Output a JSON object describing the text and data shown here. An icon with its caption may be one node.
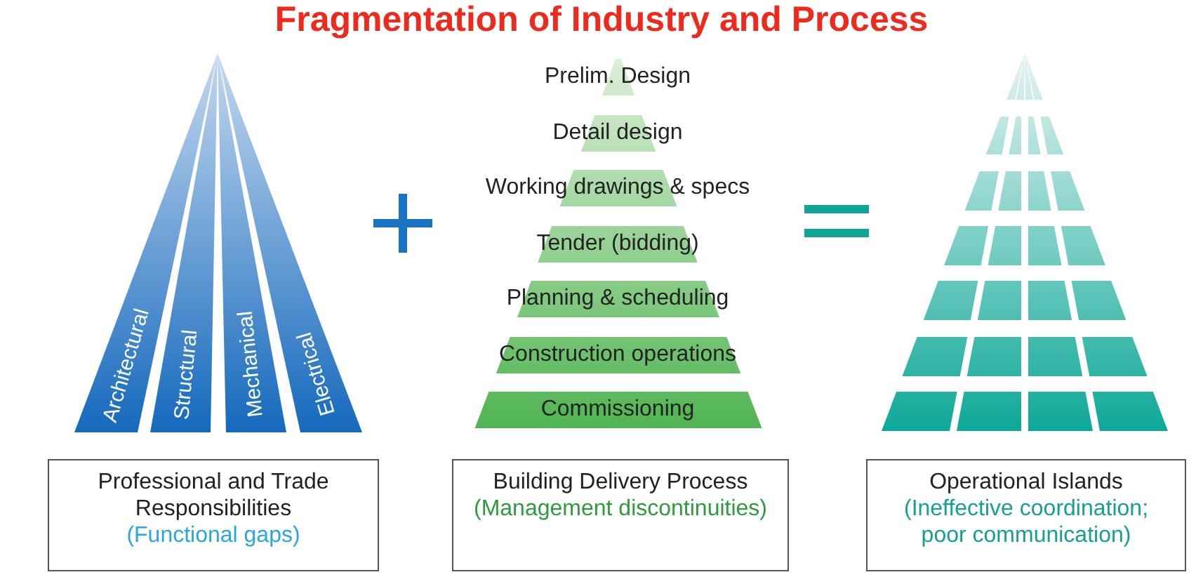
{
  "diagram": {
    "title": "Fragmentation of Industry and Process",
    "nodes": [
      {
        "text": [
          "Architectural"
        ]
      },
      {
        "text": [
          "Structural"
        ]
      },
      {
        "text": [
          "Mechanical"
        ]
      },
      {
        "text": [
          "Electrical"
        ]
      },
      {
        "text": [
          "Prelim. Design"
        ]
      },
      {
        "text": [
          "Detail design"
        ]
      },
      {
        "text": [
          "Working drawings & specs"
        ]
      },
      {
        "text": [
          "Tender (bidding)"
        ]
      },
      {
        "text": [
          "Planning & scheduling"
        ]
      },
      {
        "text": [
          "Construction operations"
        ]
      },
      {
        "text": [
          "Commissioning"
        ]
      },
      {
        "text": [
          "Professional and Trade Responsibilities",
          "(Functional gaps)"
        ]
      },
      {
        "text": [
          "Building Delivery Process",
          "(Management discontinuities)"
        ]
      },
      {
        "text": [
          "Operational Islands",
          "(Ineffective coordination; poor communication)"
        ]
      }
    ]
  }
}
